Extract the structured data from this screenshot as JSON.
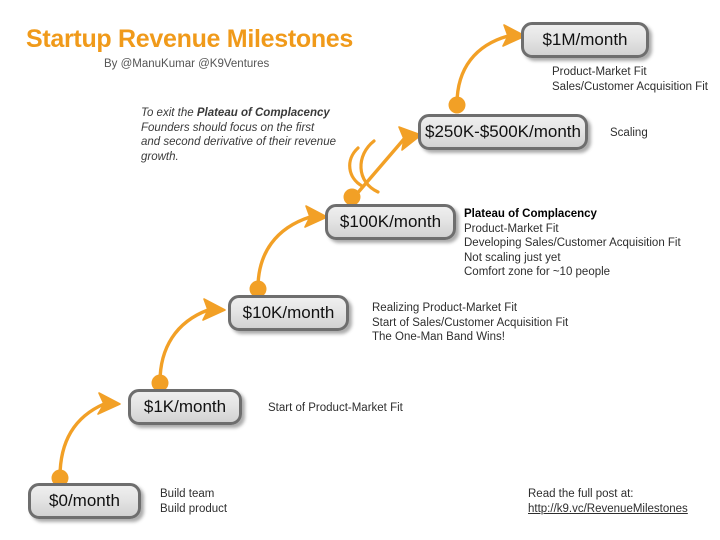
{
  "header": {
    "title": "Startup Revenue Milestones",
    "subtitle": "By @ManuKumar @K9Ventures"
  },
  "annotation": {
    "line1_prefix": "To exit the ",
    "line1_bold": "Plateau of Complacency",
    "line2": "Founders should focus on the first",
    "line3": "and second derivative of their revenue",
    "line4": "growth."
  },
  "milestones": [
    {
      "id": "0",
      "label": "$0/month",
      "desc_head": "",
      "desc_lines": [
        "Build team",
        "Build product"
      ]
    },
    {
      "id": "1k",
      "label": "$1K/month",
      "desc_head": "",
      "desc_lines": [
        "Start of Product-Market Fit"
      ]
    },
    {
      "id": "10k",
      "label": "$10K/month",
      "desc_head": "",
      "desc_lines": [
        "Realizing Product-Market Fit",
        "Start of Sales/Customer Acquisition Fit",
        "The One-Man Band Wins!"
      ]
    },
    {
      "id": "100k",
      "label": "$100K/month",
      "desc_head": "Plateau of Complacency",
      "desc_lines": [
        "Product-Market Fit",
        "Developing Sales/Customer Acquisition Fit",
        "Not scaling just yet",
        "Comfort zone for ~10 people"
      ]
    },
    {
      "id": "250k",
      "label": "$250K-$500K/month",
      "desc_head": "",
      "desc_lines": [
        "Scaling"
      ]
    },
    {
      "id": "1m",
      "label": "$1M/month",
      "desc_head": "",
      "desc_lines": [
        "Product-Market Fit",
        "Sales/Customer Acquisition Fit"
      ]
    }
  ],
  "footer": {
    "line1": "Read the full post at:",
    "link": "http://k9.vc/RevenueMilestones"
  },
  "colors": {
    "accent_orange": "#F09A1A",
    "arrow_orange": "#F2A027",
    "box_border": "#6e6e6e",
    "box_fill_top": "#efefef",
    "box_fill_bottom": "#d2d2d2",
    "text_dark": "#2e2e2e",
    "background": "#ffffff"
  },
  "chart_data": {
    "type": "diagram",
    "title": "Startup Revenue Milestones",
    "steps": [
      "$0/month",
      "$1K/month",
      "$10K/month",
      "$100K/month",
      "$250K-$500K/month",
      "$1M/month"
    ],
    "note": "Arrows ascend left-to-right; the jump from $100K/month to $250K-$500K/month crosses two hurdle arcs marking the Plateau of Complacency."
  }
}
